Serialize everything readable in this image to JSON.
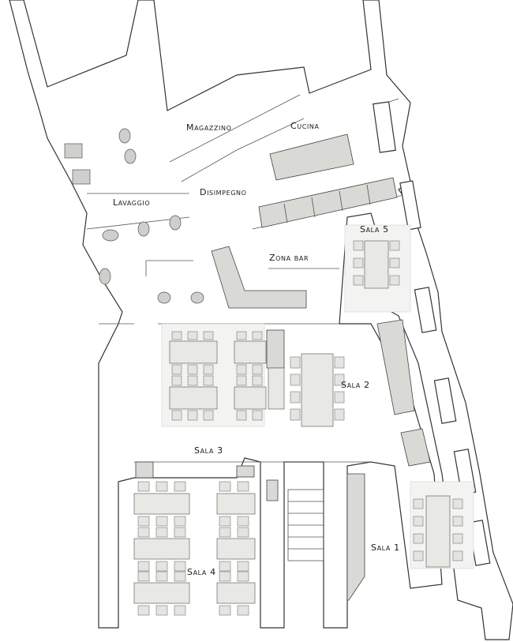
{
  "plan": {
    "rooms": {
      "magazzino": "Magazzino",
      "cucina": "Cucina",
      "disimpegno": "Disimpegno",
      "lavaggio": "Lavaggio",
      "zona_bar": "Zona bar",
      "sala5": "Sala 5",
      "sala2": "Sala 2",
      "sala3": "Sala 3",
      "sala4": "Sala 4",
      "sala1": "Sala 1"
    },
    "colors": {
      "wall_outline": "#333333",
      "counter_fill": "#d9d9d6",
      "furniture_fill": "#e8e8e5",
      "background": "#ffffff"
    }
  }
}
